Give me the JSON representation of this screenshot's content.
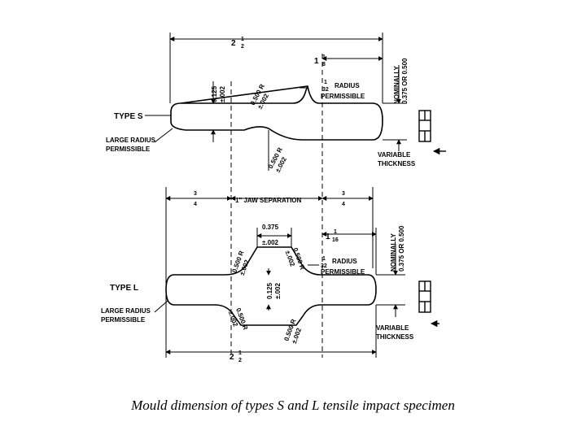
{
  "caption": "Mould dimension of types S and L tensile impact specimen",
  "type_s": {
    "title": "TYPE S",
    "large_radius": [
      "LARGE RADIUS",
      "PERMISSIBLE"
    ],
    "radius_note": [
      "RADIUS",
      "PERMISSIBLE"
    ],
    "radius_frac": [
      "1",
      "32"
    ],
    "overall_length": [
      "2",
      "1",
      "2"
    ],
    "right_span": [
      "1",
      "1",
      "8"
    ],
    "neck_dim": [
      "0.125",
      "±.002"
    ],
    "fillet_dim": [
      "0.500 R",
      "±.002"
    ],
    "fillet_dim_low": [
      "0.500 R",
      "±.002"
    ],
    "nominally": [
      "NOMINALLY",
      "0.375 OR 0.500"
    ],
    "thickness": [
      "VARIABLE",
      "THICKNESS"
    ]
  },
  "separation": {
    "left_frac": [
      "3",
      "4"
    ],
    "label": "1\" JAW SEPARATION",
    "right_frac": [
      "3",
      "4"
    ]
  },
  "type_l": {
    "title": "TYPE L",
    "large_radius": [
      "LARGE RADIUS",
      "PERMISSIBLE"
    ],
    "radius_note": [
      "RADIUS",
      "PERMISSIBLE"
    ],
    "radius_frac": [
      "1",
      "32"
    ],
    "top_dim": [
      "0.375",
      "±.002"
    ],
    "right_span": [
      "1",
      "1",
      "16"
    ],
    "neck_dim": [
      "0.125",
      "±.002"
    ],
    "fillet_tl": [
      "0.500 R",
      "±.002"
    ],
    "fillet_tr": [
      "0.500 R",
      "±.002"
    ],
    "fillet_bl": [
      "0.500 R",
      "±.002"
    ],
    "fillet_br": [
      "0.500 R",
      "±.002"
    ],
    "overall_length": [
      "2",
      "1",
      "2"
    ],
    "nominally": [
      "NOMINALLY",
      "0.375 OR 0.500"
    ],
    "thickness": [
      "VARIABLE",
      "THICKNESS"
    ]
  }
}
